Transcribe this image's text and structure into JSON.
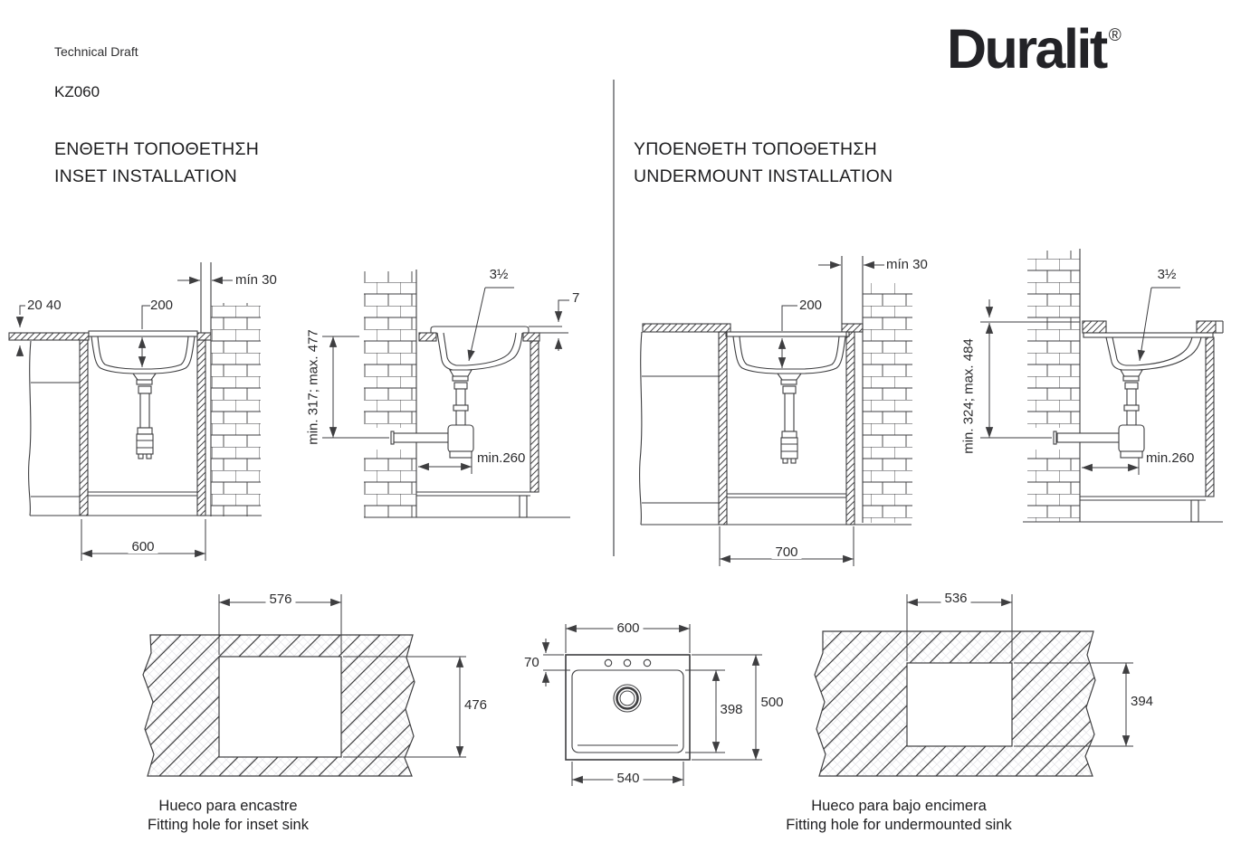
{
  "header": {
    "doc_type": "Technical Draft",
    "model": "KZ060",
    "brand": "Duralit",
    "registered": "®"
  },
  "sections": {
    "inset": {
      "title_el": "ΕΝΘΕΤΗ ΤΟΠΟΘΕΤΗΣΗ",
      "title_en": "INSET INSTALLATION"
    },
    "undermount": {
      "title_el": "ΥΠΟΕΝΘΕΤΗ ΤΟΠΟΘΕΤΗΣΗ",
      "title_en": "UNDERMOUNT INSTALLATION"
    }
  },
  "drawings": {
    "inset_front": {
      "counter_edge": "20 40",
      "wall_clearance": "mín 30",
      "bowl_depth": "200",
      "cabinet_width": "600"
    },
    "inset_side": {
      "waste_height": "min. 317; max. 477",
      "waste_size": "3½",
      "rim_height": "7",
      "waste_wall_offset": "min.260"
    },
    "undermount_front": {
      "wall_clearance": "mín 30",
      "bowl_depth": "200",
      "cabinet_width": "700"
    },
    "undermount_side": {
      "waste_height": "min. 324; max. 484",
      "waste_size": "3½",
      "waste_wall_offset": "min.260"
    },
    "inset_cutout": {
      "width": "576",
      "height": "476",
      "caption_es": "Hueco para encastre",
      "caption_en": "Fitting hole for inset sink"
    },
    "sink_plan": {
      "overall_width": "600",
      "rim_depth": "70",
      "bowl_length": "398",
      "overall_depth": "500",
      "bowl_width": "540"
    },
    "undermount_cutout": {
      "width": "536",
      "height": "394",
      "caption_es": "Hueco para bajo encimera",
      "caption_en": "Fitting hole for undermounted sink"
    }
  },
  "colors": {
    "line": "#3e3e40",
    "text": "#2b2b2d",
    "brand": "#232327",
    "background": "#ffffff",
    "divider": "#8f9093"
  }
}
